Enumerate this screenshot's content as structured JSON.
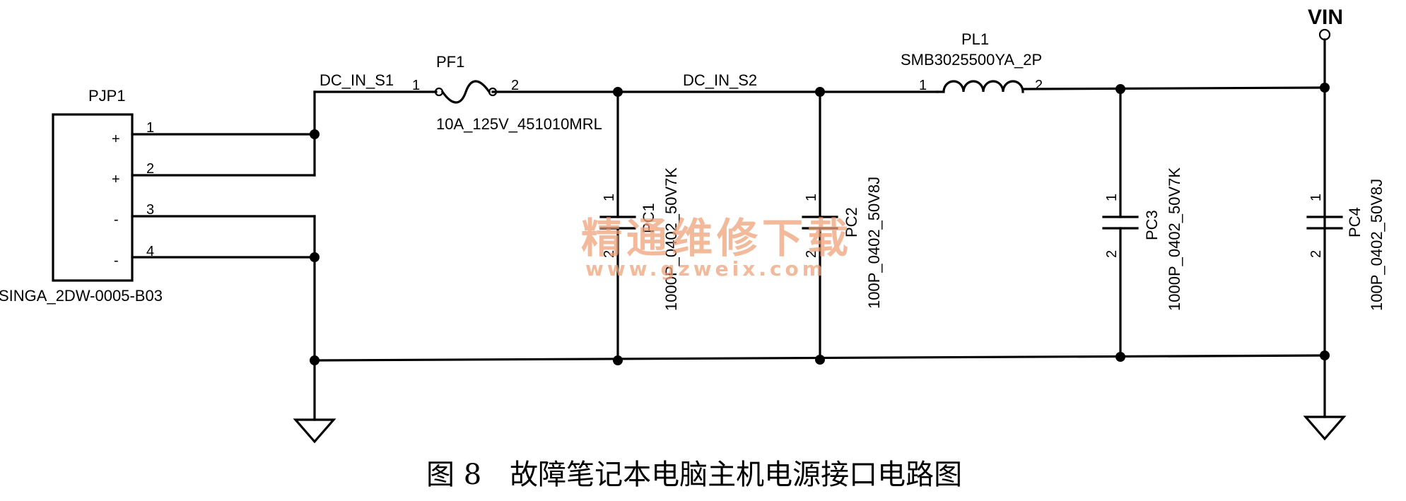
{
  "connector": {
    "ref": "PJP1",
    "part": "SINGA_2DW-0005-B03",
    "pins": [
      {
        "num": "1",
        "polarity": "+"
      },
      {
        "num": "2",
        "polarity": "+"
      },
      {
        "num": "3",
        "polarity": "-"
      },
      {
        "num": "4",
        "polarity": "-"
      }
    ]
  },
  "nets": {
    "dc_in_s1": "DC_IN_S1",
    "dc_in_s2": "DC_IN_S2",
    "vin": "VIN"
  },
  "fuse": {
    "ref": "PF1",
    "value": "10A_125V_451010MRL",
    "pin1": "1",
    "pin2": "2"
  },
  "inductor": {
    "ref": "PL1",
    "value": "SMB3025500YA_2P",
    "pin1": "1",
    "pin2": "2"
  },
  "capacitors": [
    {
      "ref": "PC1",
      "value": "1000P_0402_50V7K",
      "pin1": "1",
      "pin2": "2"
    },
    {
      "ref": "PC2",
      "value": "100P_0402_50V8J",
      "pin1": "1",
      "pin2": "2"
    },
    {
      "ref": "PC3",
      "value": "1000P_0402_50V7K",
      "pin1": "1",
      "pin2": "2"
    },
    {
      "ref": "PC4",
      "value": "100P_0402_50V8J",
      "pin1": "1",
      "pin2": "2"
    }
  ],
  "watermark": {
    "cn": "精通维修下载",
    "url": "www.gzweix.com"
  },
  "caption": "图 8　故障笔记本电脑主机电源接口电路图"
}
